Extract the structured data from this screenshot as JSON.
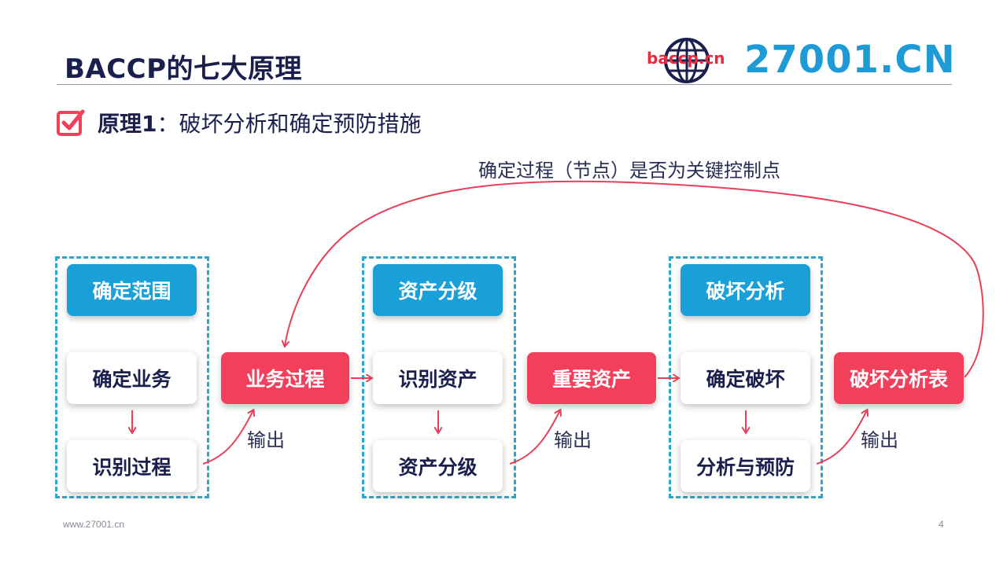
{
  "header": {
    "title": "BACCP的七大原理",
    "logo_small": "baccp.cn",
    "logo_brand": "27001.CN"
  },
  "principle": {
    "label": "原理1",
    "colon": "：",
    "text": "破坏分析和确定预防措施"
  },
  "diagram": {
    "top_caption": "确定过程（节点）是否为关键控制点",
    "groups": [
      {
        "header": "确定范围",
        "step1": "确定业务",
        "step2": "识别过程"
      },
      {
        "header": "资产分级",
        "step1": "识别资产",
        "step2": "资产分级"
      },
      {
        "header": "破坏分析",
        "step1": "确定破坏",
        "step2": "分析与预防"
      }
    ],
    "outputs": [
      "业务过程",
      "重要资产",
      "破坏分析表"
    ],
    "output_label": "输出"
  },
  "colors": {
    "navy": "#1b1f4d",
    "blue": "#1aa0d8",
    "red": "#f2405c",
    "dashed": "#2aa7cc",
    "arrow": "#e8405a"
  },
  "footer": {
    "url": "www.27001.cn",
    "page": "4"
  }
}
